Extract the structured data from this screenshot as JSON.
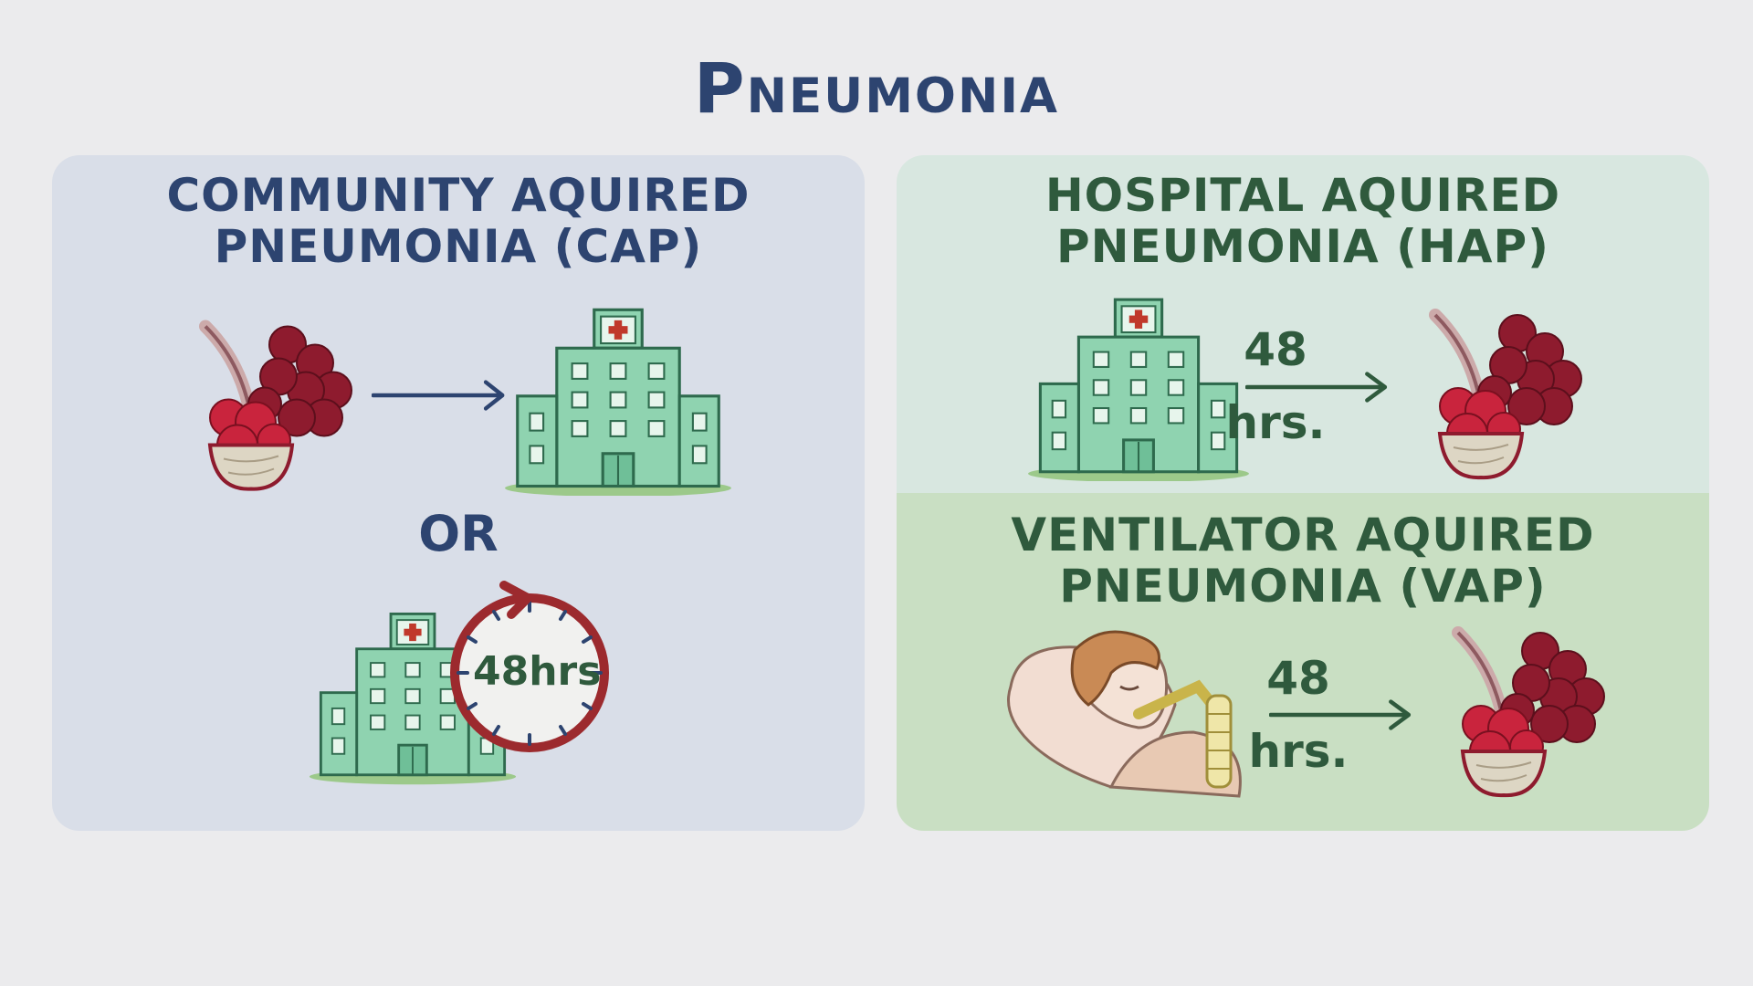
{
  "title": "Pneumonia",
  "cap": {
    "heading_line1": "COMMUNITY AQUIRED",
    "heading_line2": "PNEUMONIA (CAP)",
    "or_label": "OR",
    "clock_label": "48hrs"
  },
  "hap": {
    "heading_line1": "HOSPITAL AQUIRED",
    "heading_line2": "PNEUMONIA (HAP)",
    "time_value": "48",
    "time_unit": "hrs."
  },
  "vap": {
    "heading_line1": "VENTILATOR AQUIRED",
    "heading_line2": "PNEUMONIA (VAP)",
    "time_value": "48",
    "time_unit": "hrs."
  },
  "colors": {
    "title": "#2d4470",
    "cap_panel": "#d9dee8",
    "hap_panel": "#d8e7e0",
    "vap_panel": "#c9dfc3",
    "hospital": "#8fd3b0",
    "alveoli": "#8e1b2e",
    "clock": "#9c2a2e"
  },
  "icons": [
    "alveoli-icon",
    "hospital-icon",
    "clock-icon",
    "arrow-icon",
    "ventilated-patient-icon"
  ]
}
